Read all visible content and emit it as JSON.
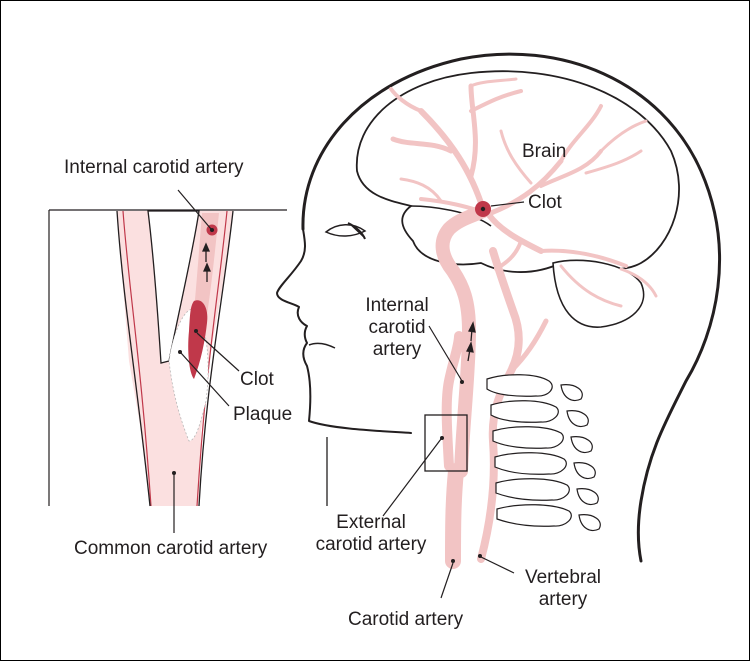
{
  "labels": {
    "internal_carotid_inset": "Internal carotid artery",
    "brain": "Brain",
    "clot_brain": "Clot",
    "internal_carotid_neck": "Internal\ncarotid\nartery",
    "clot_inset": "Clot",
    "plaque": "Plaque",
    "external_carotid": "External\ncarotid artery",
    "common_carotid": "Common carotid artery",
    "vertebral": "Vertebral\nartery",
    "carotid": "Carotid artery"
  },
  "colors": {
    "artery": "#f2c4c4",
    "artery_light": "#fbe0e0",
    "artery_edge": "#e8a9a9",
    "clot": "#c0384a",
    "outline": "#231f20",
    "plaque": "#ffffff"
  }
}
